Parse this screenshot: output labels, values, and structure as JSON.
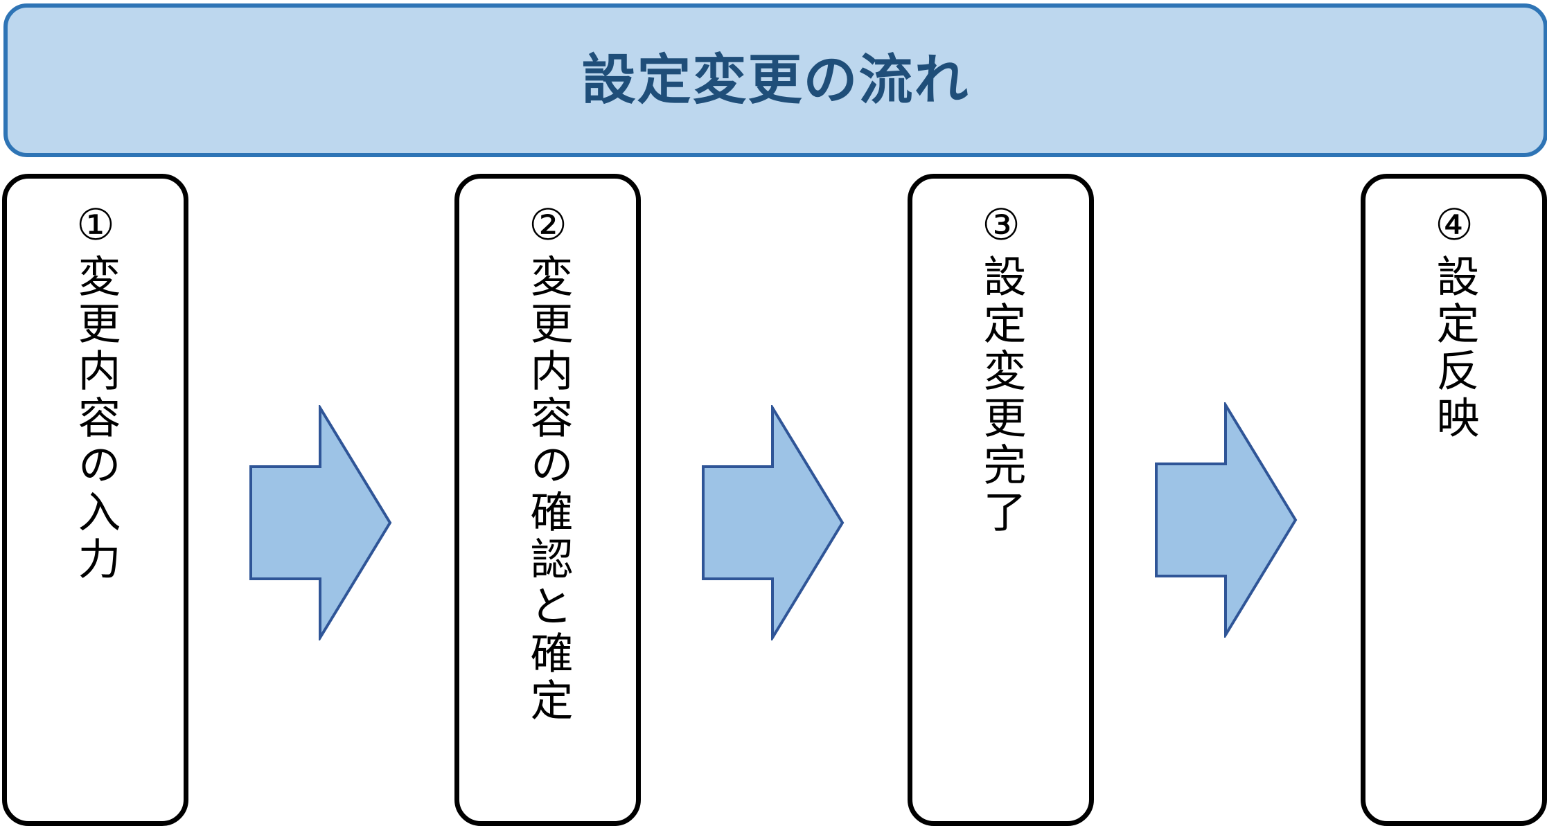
{
  "title": "設定変更の流れ",
  "steps": [
    {
      "number": "①",
      "label": "変更内容の入力"
    },
    {
      "number": "②",
      "label": "変更内容の確認と確定"
    },
    {
      "number": "③",
      "label": "設定変更完了"
    },
    {
      "number": "④",
      "label": "設定反映"
    }
  ],
  "colors": {
    "banner_fill": "#bdd7ee",
    "banner_border": "#2e74b5",
    "title_text": "#1f4e79",
    "arrow_fill": "#9dc3e6",
    "arrow_border": "#2f5597",
    "box_border": "#000000"
  },
  "icons": {
    "arrow": "right-arrow-icon"
  }
}
